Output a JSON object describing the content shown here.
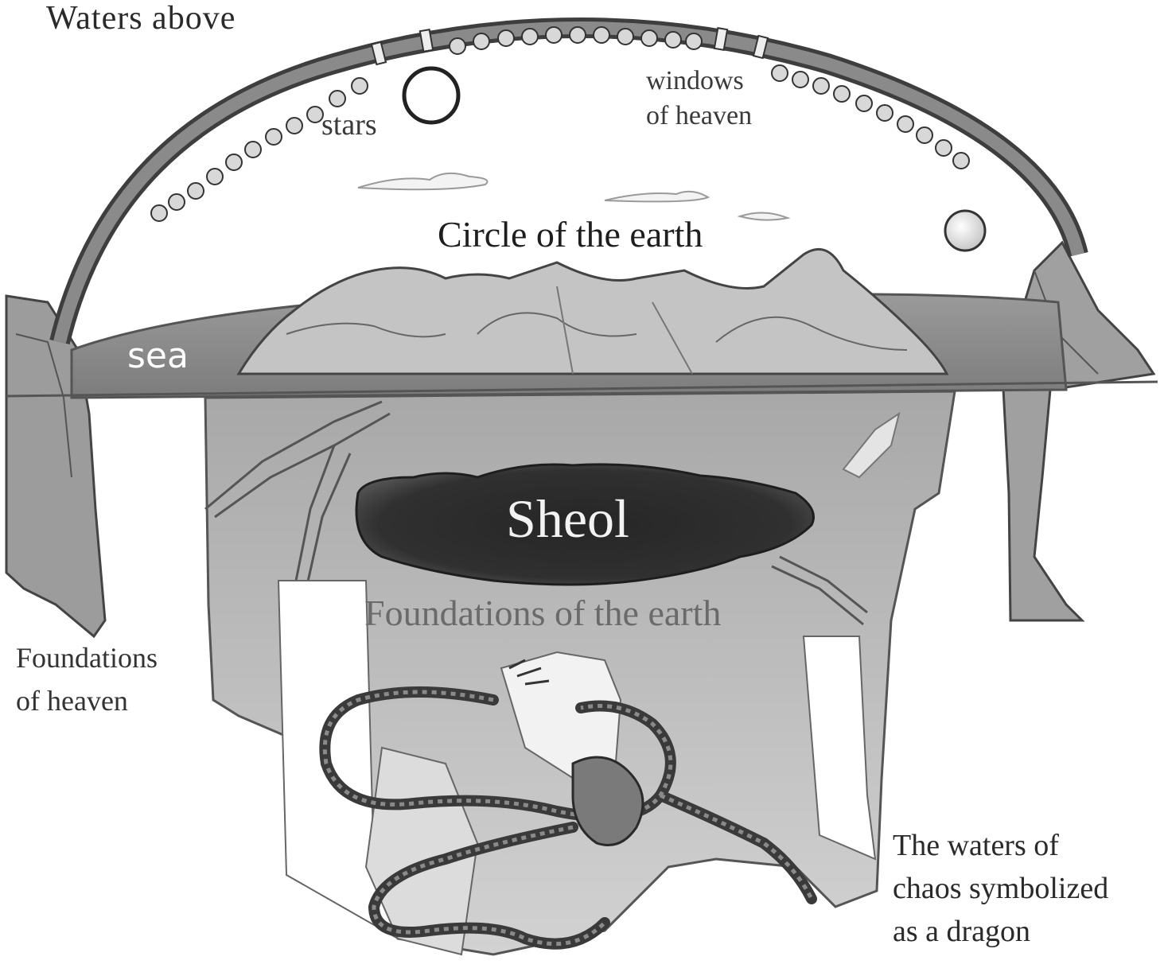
{
  "diagram": {
    "labels": {
      "waters_above": "Waters above",
      "stars": "stars",
      "windows_line1": "windows",
      "windows_line2": "of heaven",
      "circle_of_earth": "Circle of the earth",
      "sea": "sea",
      "sheol": "Sheol",
      "foundations_of_earth": "Foundations of the earth",
      "foundations_heaven_line1": "Foundations",
      "foundations_heaven_line2": "of heaven",
      "chaos_line1": "The waters of",
      "chaos_line2": "chaos symbolized",
      "chaos_line3": "as a dragon"
    },
    "colors": {
      "background": "#ffffff",
      "sheol": "#2b2b2b",
      "sea": "#8c8c8c",
      "rock": "#b3b3b3",
      "dome": "#6e6e6e"
    }
  }
}
